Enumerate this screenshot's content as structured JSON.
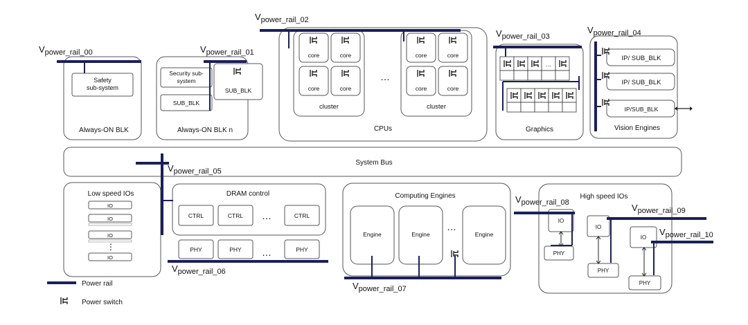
{
  "rails": {
    "r00": "power_rail_00",
    "r01": "power_rail_01",
    "r02": "power_rail_02",
    "r03": "power_rail_03",
    "r04": "power_rail_04",
    "r05": "power_rail_05",
    "r06": "power_rail_06",
    "r07": "power_rail_07",
    "r08": "power_rail_08",
    "r09": "power_rail_09",
    "r10": "power_rail_10",
    "prefix": "V"
  },
  "always_on": {
    "title": "Always-ON BLK",
    "safety": [
      "Safety",
      "sub-system"
    ]
  },
  "always_on_n": {
    "title": "Always-ON BLK n",
    "security": [
      "Security sub-",
      "system"
    ],
    "sub_blk_left": "SUB_BLK",
    "sub_blk_right": "SUB_BLK"
  },
  "cpus": {
    "title": "CPUs",
    "cluster": "cluster",
    "core": "core",
    "ellipsis": "…"
  },
  "graphics": {
    "title": "Graphics",
    "ellipsis": "…"
  },
  "vision": {
    "title": "Vision Engines",
    "ip1": "IP/ SUB_BLK",
    "ip2": "IP/ SUB_BLK",
    "ip3": "IP/SUB_BLK"
  },
  "system_bus": "System Bus",
  "low_speed": {
    "title": "Low speed IOs",
    "io": "IO",
    "dots": "⋮"
  },
  "dram": {
    "title": "DRAM control",
    "ctrl": "CTRL",
    "phy": "PHY",
    "ellipsis": "…"
  },
  "computing": {
    "title": "Computing Engines",
    "engine": "Engine",
    "ellipsis": "…"
  },
  "high_speed": {
    "title": "High speed IOs",
    "io": "IO",
    "phy": "PHY"
  },
  "legend": {
    "power_rail": "Power rail",
    "power_switch": "Power switch"
  },
  "colors": {
    "rail": "#1a1f5c",
    "border": "#555555"
  }
}
